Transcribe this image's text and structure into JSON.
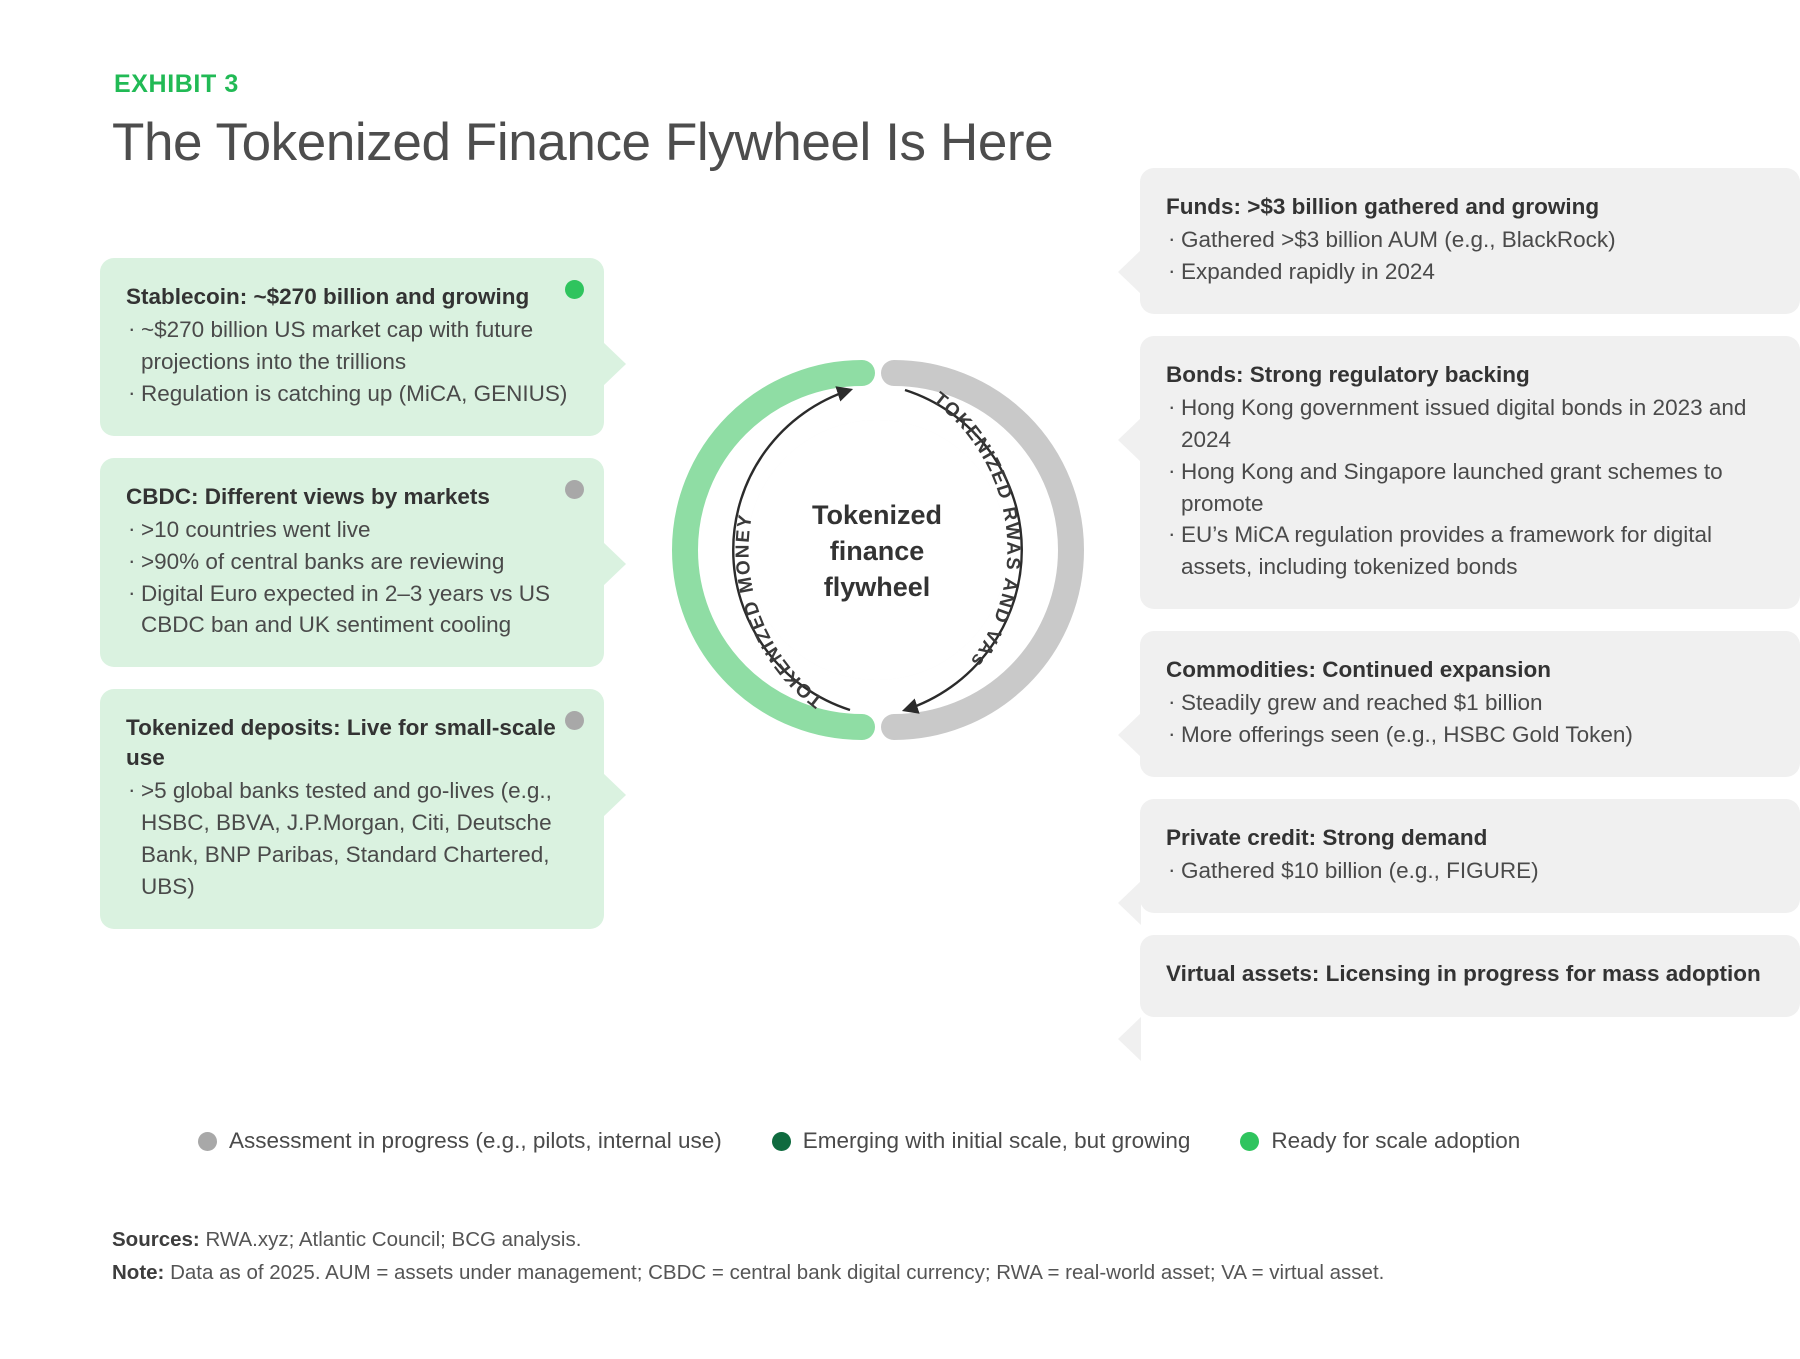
{
  "header": {
    "eyebrow": "EXHIBIT 3",
    "title": "The Tokenized Finance Flywheel Is Here"
  },
  "colors": {
    "accent_green": "#21ba55",
    "card_green": "#daf2e0",
    "card_grey": "#f0f0f0",
    "dot_grey": "#a8a8a8",
    "dot_dark_green": "#0f6b3f",
    "dot_bright_green": "#2fc45e",
    "wheel_green": "#8fdda4",
    "wheel_grey": "#c9c9c9"
  },
  "wheel": {
    "hub_line1": "Tokenized",
    "hub_line2": "finance",
    "hub_line3": "flywheel",
    "arc_label_left": "TOKENIZED MONEY",
    "arc_label_right": "TOKENIZED RWAS AND VAs"
  },
  "left_cards": [
    {
      "title": "Stablecoin: ~$270 billion and growing",
      "status": "bright-green",
      "bullets": [
        "~$270 billion US market cap with future projections into the trillions",
        "Regulation is catching up (MiCA, GENIUS)"
      ]
    },
    {
      "title": "CBDC: Different views by markets",
      "status": "grey",
      "bullets": [
        ">10 countries went live",
        ">90% of central banks are reviewing",
        "Digital Euro expected in 2–3 years vs US CBDC ban and UK sentiment cooling"
      ]
    },
    {
      "title": "Tokenized deposits: Live for small-scale use",
      "status": "grey",
      "bullets": [
        ">5 global banks tested and go-lives (e.g., HSBC, BBVA, J.P.Morgan, Citi, Deutsche Bank, BNP Paribas, Standard Chartered, UBS)"
      ]
    }
  ],
  "right_cards": [
    {
      "title": "Funds: >$3 billion gathered and growing",
      "bullets": [
        "Gathered >$3 billion AUM (e.g., BlackRock)",
        "Expanded rapidly in 2024"
      ]
    },
    {
      "title": "Bonds: Strong regulatory backing",
      "bullets": [
        "Hong Kong government issued digital bonds in 2023 and 2024",
        "Hong Kong and Singapore launched grant schemes to promote",
        "EU’s MiCA regulation provides a framework for digital assets, including tokenized bonds"
      ]
    },
    {
      "title": "Commodities: Continued expansion",
      "bullets": [
        "Steadily grew and reached $1 billion",
        "More offerings seen (e.g., HSBC Gold Token)"
      ]
    },
    {
      "title": "Private credit: Strong demand",
      "bullets": [
        "Gathered $10 billion (e.g., FIGURE)"
      ]
    },
    {
      "title": "Virtual assets: Licensing in progress for mass adoption",
      "bullets": []
    }
  ],
  "legend": [
    {
      "label": "Assessment in progress (e.g., pilots, internal use)",
      "color": "#a8a8a8"
    },
    {
      "label": "Emerging with initial scale, but growing",
      "color": "#0f6b3f"
    },
    {
      "label": "Ready for scale adoption",
      "color": "#2fc45e"
    }
  ],
  "footnotes": {
    "sources_label": "Sources:",
    "sources_text": "RWA.xyz; Atlantic Council; BCG analysis.",
    "note_label": "Note:",
    "note_text": "Data as of 2025. AUM = assets under management; CBDC = central bank digital currency; RWA = real-world asset; VA = virtual asset."
  }
}
